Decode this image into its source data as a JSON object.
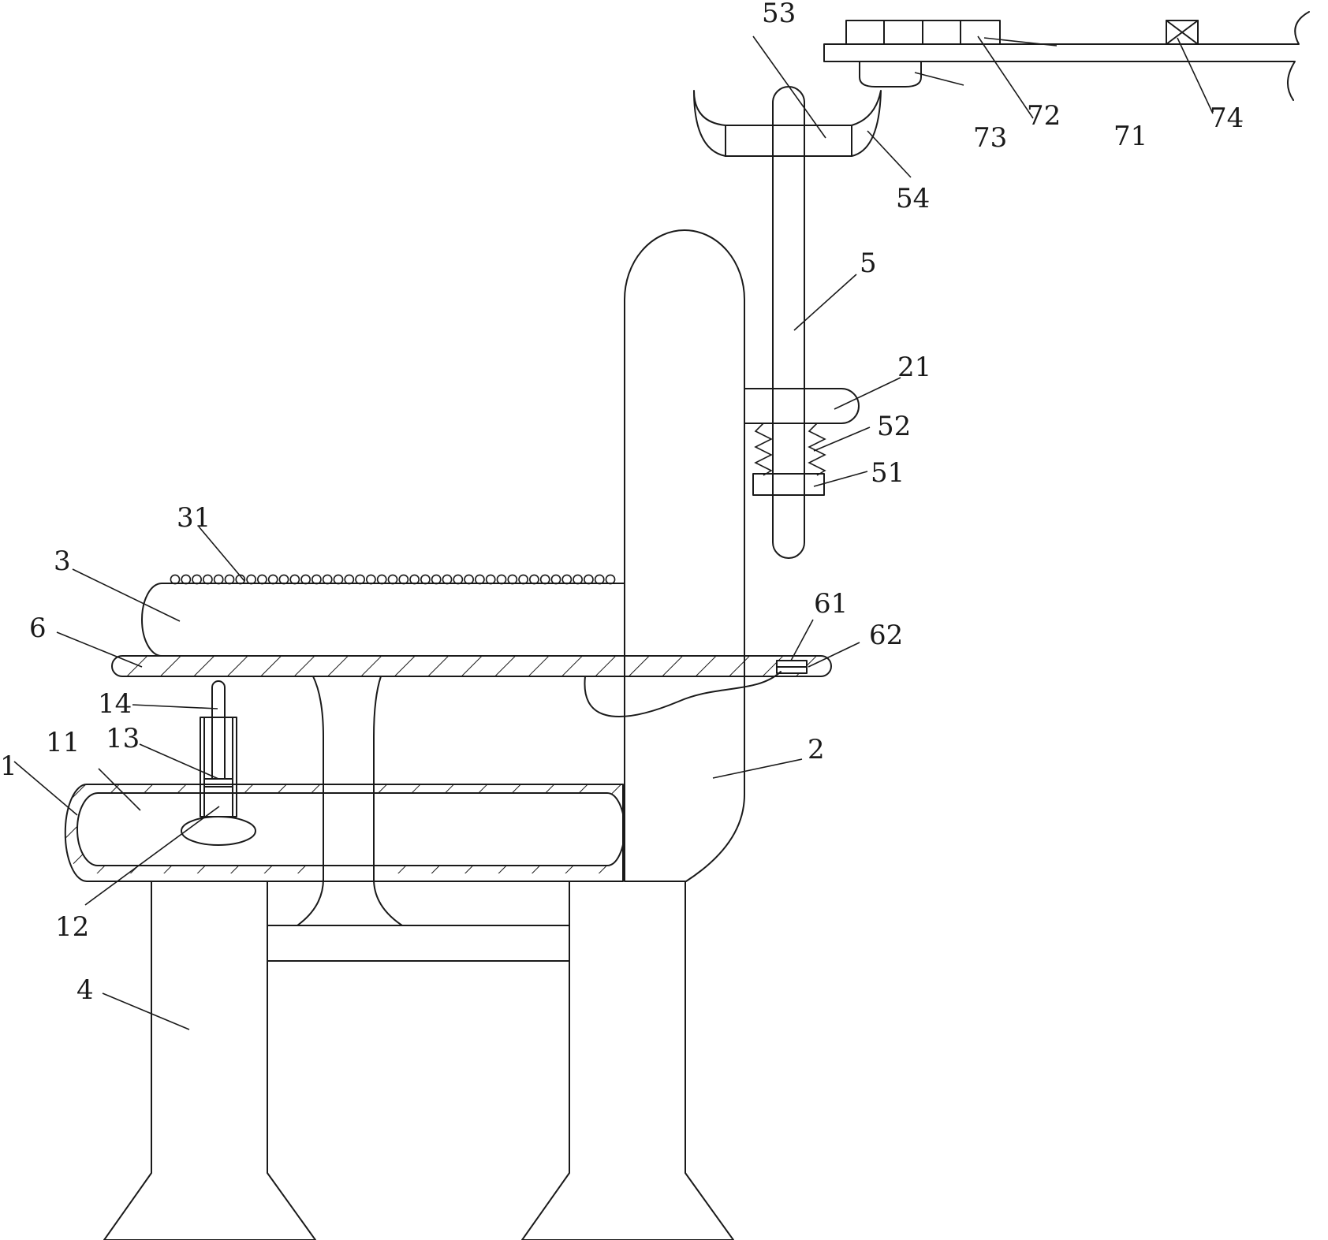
{
  "colors": {
    "line": "#1a1a1a",
    "background": "#ffffff"
  },
  "labels": {
    "l1": "1",
    "l11": "11",
    "l12": "12",
    "l13": "13",
    "l14": "14",
    "l2": "2",
    "l21": "21",
    "l3": "3",
    "l31": "31",
    "l4": "4",
    "l5": "5",
    "l51": "51",
    "l52": "52",
    "l53": "53",
    "l54": "54",
    "l6": "6",
    "l61": "61",
    "l62": "62",
    "l71": "71",
    "l72": "72",
    "l73": "73",
    "l74": "74"
  }
}
